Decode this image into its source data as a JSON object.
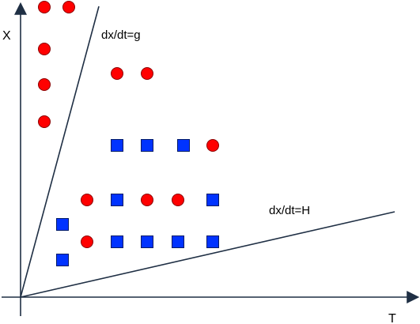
{
  "diagram": {
    "axes": {
      "x_label": "T",
      "y_label": "X"
    },
    "lines": [
      {
        "label": "dx/dt=g"
      },
      {
        "label": "dx/dt=H"
      }
    ],
    "legend_markers": {
      "circle": "red-circle",
      "square": "blue-square"
    }
  },
  "colors": {
    "axis": "#1f2f44",
    "circle_fill": "#ff0000",
    "circle_stroke": "#8b0000",
    "square_fill": "#0033ff",
    "square_stroke": "#001a66"
  }
}
